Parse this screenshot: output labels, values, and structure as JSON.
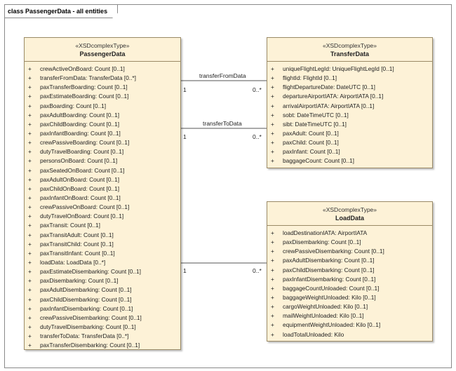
{
  "diagram": {
    "title": "class PassengerData - all entities"
  },
  "classes": {
    "passenger": {
      "stereotype": "«XSDcomplexType»",
      "name": "PassengerData",
      "attributes": [
        {
          "vis": "+",
          "text": "crewActiveOnBoard: Count [0..1]"
        },
        {
          "vis": "+",
          "text": "transferFromData: TransferData [0..*]"
        },
        {
          "vis": "+",
          "text": "paxTransferBoarding: Count [0..1]"
        },
        {
          "vis": "+",
          "text": "paxEstimateBoarding: Count [0..1]"
        },
        {
          "vis": "+",
          "text": "paxBoarding: Count [0..1]"
        },
        {
          "vis": "+",
          "text": "paxAdultBoarding: Count [0..1]"
        },
        {
          "vis": "+",
          "text": "paxChildBoarding: Count [0..1]"
        },
        {
          "vis": "+",
          "text": "paxInfantBoarding: Count [0..1]"
        },
        {
          "vis": "+",
          "text": "crewPassiveBoarding: Count [0..1]"
        },
        {
          "vis": "+",
          "text": "dutyTravelBoarding: Count [0..1]"
        },
        {
          "vis": "+",
          "text": "personsOnBoard: Count [0..1]"
        },
        {
          "vis": "+",
          "text": "paxSeatedOnBoard: Count [0..1]"
        },
        {
          "vis": "+",
          "text": "paxAdultOnBoard: Count [0..1]"
        },
        {
          "vis": "+",
          "text": "paxChildOnBoard: Count [0..1]"
        },
        {
          "vis": "+",
          "text": "paxInfantOnBoard: Count [0..1]"
        },
        {
          "vis": "+",
          "text": "crewPassiveOnBoard: Count [0..1]"
        },
        {
          "vis": "+",
          "text": "dutyTravelOnBoard: Count [0..1]"
        },
        {
          "vis": "+",
          "text": "paxTransit: Count [0..1]"
        },
        {
          "vis": "+",
          "text": "paxTransitAdult: Count [0..1]"
        },
        {
          "vis": "+",
          "text": "paxTransitChild: Count [0..1]"
        },
        {
          "vis": "+",
          "text": "paxTransitInfant: Count [0..1]"
        },
        {
          "vis": "+",
          "text": "loadData: LoadData [0..*]"
        },
        {
          "vis": "+",
          "text": "paxEstimateDisembarking: Count [0..1]"
        },
        {
          "vis": "+",
          "text": "paxDisembarking: Count [0..1]"
        },
        {
          "vis": "+",
          "text": "paxAdultDisembarking: Count [0..1]"
        },
        {
          "vis": "+",
          "text": "paxChildDisembarking: Count [0..1]"
        },
        {
          "vis": "+",
          "text": "paxInfantDisembarking: Count [0..1]"
        },
        {
          "vis": "+",
          "text": "crewPassiveDisembarking: Count [0..1]"
        },
        {
          "vis": "+",
          "text": "dutyTravelDisembarking: Count [0..1]"
        },
        {
          "vis": "+",
          "text": "transferToData: TransferData [0..*]"
        },
        {
          "vis": "+",
          "text": "paxTransferDisembarking: Count [0..1]"
        }
      ]
    },
    "transfer": {
      "stereotype": "«XSDcomplexType»",
      "name": "TransferData",
      "attributes": [
        {
          "vis": "+",
          "text": "uniqueFlightLegId: UniqueFlightLegId [0..1]"
        },
        {
          "vis": "+",
          "text": "flightId: FlightId [0..1]"
        },
        {
          "vis": "+",
          "text": "flightDepartureDate: DateUTC [0..1]"
        },
        {
          "vis": "+",
          "text": "departureAirportIATA: AirportIATA [0..1]"
        },
        {
          "vis": "+",
          "text": "arrivalAirportIATA: AirportIATA [0..1]"
        },
        {
          "vis": "+",
          "text": "sobt: DateTimeUTC [0..1]"
        },
        {
          "vis": "+",
          "text": "sibt: DateTimeUTC [0..1]"
        },
        {
          "vis": "+",
          "text": "paxAdult: Count [0..1]"
        },
        {
          "vis": "+",
          "text": "paxChild: Count [0..1]"
        },
        {
          "vis": "+",
          "text": "paxInfant: Count [0..1]"
        },
        {
          "vis": "+",
          "text": "baggageCount: Count [0..1]"
        }
      ]
    },
    "load": {
      "stereotype": "«XSDcomplexType»",
      "name": "LoadData",
      "attributes": [
        {
          "vis": "+",
          "text": "loadDestinationIATA: AirportIATA"
        },
        {
          "vis": "+",
          "text": "paxDisembarking: Count [0..1]"
        },
        {
          "vis": "+",
          "text": "crewPassiveDisembarking: Count [0..1]"
        },
        {
          "vis": "+",
          "text": "paxAdultDisembarking: Count [0..1]"
        },
        {
          "vis": "+",
          "text": "paxChildDisembarking: Count [0..1]"
        },
        {
          "vis": "+",
          "text": "paxInfantDisembarking: Count [0..1]"
        },
        {
          "vis": "+",
          "text": "baggageCountUnloaded: Count [0..1]"
        },
        {
          "vis": "+",
          "text": "baggageWeightUnloaded: Kilo [0..1]"
        },
        {
          "vis": "+",
          "text": "cargoWeightUnloaded: Kilo [0..1]"
        },
        {
          "vis": "+",
          "text": "mailWeightUnloaded: Kilo [0..1]"
        },
        {
          "vis": "+",
          "text": "equipmentWeightUnloaded: Kilo [0..1]"
        },
        {
          "vis": "+",
          "text": "loadTotalUnloaded: Kilo"
        }
      ]
    }
  },
  "associations": {
    "transferFrom": {
      "label": "transferFromData",
      "source_mult": "1",
      "target_mult": "0..*"
    },
    "transferTo": {
      "label": "transferToData",
      "source_mult": "1",
      "target_mult": "0..*"
    },
    "load": {
      "label": "",
      "source_mult": "1",
      "target_mult": "0..*"
    }
  }
}
